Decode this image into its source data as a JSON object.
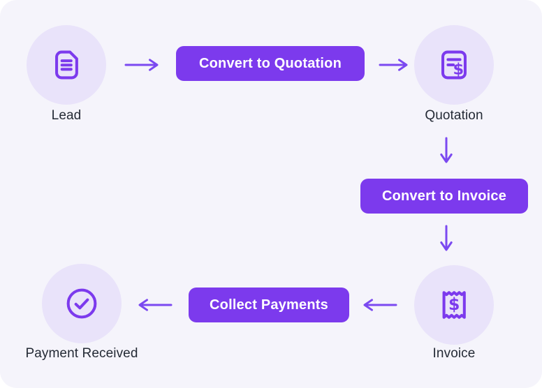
{
  "flow": {
    "nodes": [
      {
        "id": "lead",
        "label": "Lead",
        "icon": "document-icon"
      },
      {
        "id": "quotation",
        "label": "Quotation",
        "icon": "quotation-document-icon"
      },
      {
        "id": "invoice",
        "label": "Invoice",
        "icon": "receipt-icon"
      },
      {
        "id": "payment_received",
        "label": "Payment Received",
        "icon": "check-circle-icon"
      }
    ],
    "actions": [
      {
        "id": "convert_to_quotation",
        "label": "Convert to Quotation"
      },
      {
        "id": "convert_to_invoice",
        "label": "Convert to Invoice"
      },
      {
        "id": "collect_payments",
        "label": "Collect Payments"
      }
    ],
    "arrows": [
      {
        "from": "lead",
        "to": "convert_to_quotation",
        "direction": "right"
      },
      {
        "from": "convert_to_quotation",
        "to": "quotation",
        "direction": "right"
      },
      {
        "from": "quotation",
        "to": "convert_to_invoice",
        "direction": "down"
      },
      {
        "from": "convert_to_invoice",
        "to": "invoice",
        "direction": "down"
      },
      {
        "from": "invoice",
        "to": "collect_payments",
        "direction": "left"
      },
      {
        "from": "collect_payments",
        "to": "payment_received",
        "direction": "left"
      }
    ]
  },
  "colors": {
    "page_bg": "#FFFFFF",
    "card_bg": "#F5F4FB",
    "node_circle_bg": "#E9E3FA",
    "icon_stroke": "#7C3AED",
    "arrow": "#7B49F0",
    "button_bg": "#7C3AED",
    "button_text": "#FFFFFF",
    "label_text": "#242A35"
  }
}
